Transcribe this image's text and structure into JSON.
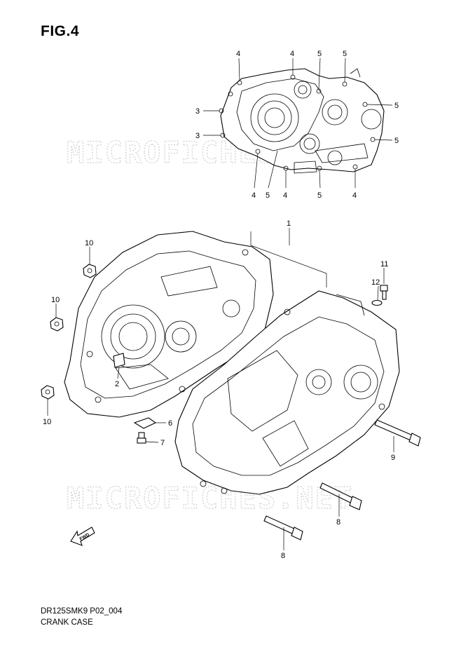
{
  "figure": {
    "title": "FIG.4",
    "model_code": "DR125SMK9 P02_004",
    "caption": "CRANK CASE",
    "watermark": "MICROFICHES.NET"
  },
  "callouts": {
    "top_3a": "3",
    "top_3b": "3",
    "top_4a": "4",
    "top_4b": "4",
    "top_4c": "4",
    "top_4d": "4",
    "top_4e": "4",
    "top_5a": "5",
    "top_5b": "5",
    "top_5c": "5",
    "top_5d": "5",
    "top_5e": "5",
    "top_5f": "5",
    "main_1": "1",
    "main_2": "2",
    "main_6": "6",
    "main_7": "7",
    "main_8a": "8",
    "main_8b": "8",
    "main_9": "9",
    "main_10a": "10",
    "main_10b": "10",
    "main_10c": "10",
    "main_11": "11",
    "main_12": "12"
  },
  "fwd_label": "FWD"
}
